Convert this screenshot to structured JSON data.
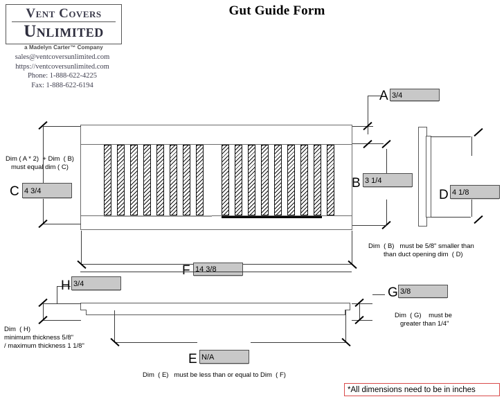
{
  "header": {
    "logo_line1": "Vent Covers",
    "logo_line2": "Unlimited",
    "tagline": "a Madelyn Carter™ Company",
    "email": "sales@ventcoversunlimited.com",
    "website": "https://ventcoversunlimited.com",
    "phone": "Phone: 1-888-622-4225",
    "fax": "Fax: 1-888-622-6194",
    "title": "Gut Guide Form"
  },
  "fields": {
    "A": {
      "label": "A",
      "value": "3/4"
    },
    "B": {
      "label": "B",
      "value": "3 1/4"
    },
    "C": {
      "label": "C",
      "value": "4 3/4"
    },
    "D": {
      "label": "D",
      "value": "4 1/8"
    },
    "E": {
      "label": "E",
      "value": "N/A"
    },
    "F": {
      "label": "F",
      "value": "14 3/8"
    },
    "G": {
      "label": "G",
      "value": "3/8"
    },
    "H": {
      "label": "H",
      "value": "3/4"
    }
  },
  "notes": {
    "c_note_line1": "Dim ( A * 2)  + Dim  ( B)",
    "c_note_line2": "must equal dim ( C)",
    "b_note_line1": "Dim  ( B)   must be 5/8\" smaller than",
    "b_note_line2": "than duct opening dim  ( D)",
    "g_note_line1": "Dim  ( G)    must be",
    "g_note_line2": "greater than 1/4\"",
    "h_note_line1": "Dim  ( H)",
    "h_note_line2": "minimum thickness 5/8\"",
    "h_note_line3": "/ maximum thickness 1 1/8\"",
    "e_note": "Dim  ( E)   must be less than or equal to Dim  ( F)"
  },
  "warning": {
    "text": "*All dimensions need to be in inches",
    "border_color": "#d94a4a"
  },
  "style": {
    "field_fill": "#c8c8c8",
    "line_color": "#3a3a3a"
  }
}
